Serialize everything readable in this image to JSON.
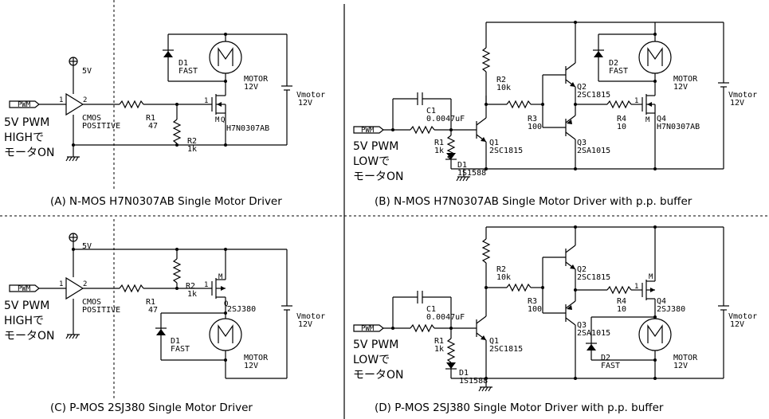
{
  "captions": {
    "a": "(A) N-MOS H7N0307AB Single Motor Driver",
    "b": "(B) N-MOS H7N0307AB Single Motor Driver with p.p. buffer",
    "c": "(C) P-MOS 2SJ380 Single Motor Driver",
    "d": "(D) P-MOS 2SJ380 Single Motor Driver with p.p. buffer"
  },
  "common": {
    "pwm": "PWM",
    "supply": "5V",
    "pwm_desc": "5V PWM",
    "cmos1": "CMOS",
    "cmos2": "POSITIVE",
    "pin1": "1",
    "pin2": "2",
    "motor": "MOTOR",
    "v12": "12V",
    "vmotor": "Vmotor",
    "fast": "FAST",
    "gnd_pin": "1",
    "mark_m": "M",
    "mark_q": "Q"
  },
  "a": {
    "high": "HIGHで",
    "on": "モータON",
    "r1": "R1",
    "r1v": "47",
    "r2": "R2",
    "r2v": "1k",
    "d1": "D1",
    "fet": "H7N0307AB"
  },
  "b": {
    "low": "LOWで",
    "on": "モータON",
    "c1": "C1",
    "c1v": "0.0047uF",
    "r1": "R1",
    "r1v": "1k",
    "r2": "R2",
    "r2v": "10k",
    "r3": "R3",
    "r3v": "100",
    "r4": "R4",
    "r4v": "10",
    "q1": "Q1",
    "q1p": "2SC1815",
    "q2": "Q2",
    "q2p": "2SC1815",
    "q3": "Q3",
    "q3p": "2SA1015",
    "q4": "Q4",
    "q4p": "H7N0307AB",
    "d1": "D1",
    "d1p": "1S1588",
    "d2": "D2"
  },
  "c": {
    "high": "HIGHで",
    "on": "モータON",
    "r1": "R1",
    "r1v": "47",
    "r2": "R2",
    "r2v": "1k",
    "d1": "D1",
    "fet": "2SJ380"
  },
  "d": {
    "low": "LOWで",
    "on": "モータON",
    "c1": "C1",
    "c1v": "0.0047uF",
    "r1": "R1",
    "r1v": "1k",
    "r2": "R2",
    "r2v": "10k",
    "r3": "R3",
    "r3v": "100",
    "r4": "R4",
    "r4v": "10",
    "q1": "Q1",
    "q1p": "2SC1815",
    "q2": "Q2",
    "q2p": "2SC1815",
    "q3": "Q3",
    "q3p": "2SA1015",
    "q4": "Q4",
    "q4p": "2SJ380",
    "d1": "D1",
    "d1p": "1S1588",
    "d2": "D2"
  }
}
